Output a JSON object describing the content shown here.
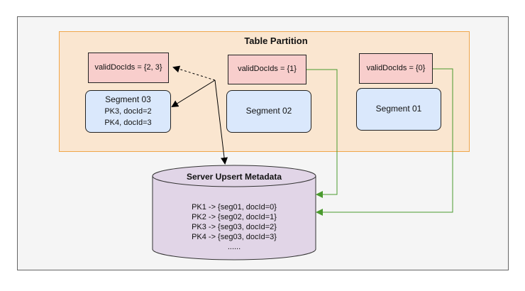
{
  "partition": {
    "title": "Table Partition"
  },
  "valid_docids": [
    {
      "label": "validDocIds = {2, 3}"
    },
    {
      "label": "validDocIds = {1}"
    },
    {
      "label": "validDocIds = {0}"
    }
  ],
  "segments": [
    {
      "title": "Segment 03",
      "lines": [
        "PK3, docId=2",
        "PK4, docId=3"
      ]
    },
    {
      "title": "Segment 02"
    },
    {
      "title": "Segment 01"
    }
  ],
  "metadata": {
    "title": "Server Upsert Metadata",
    "entries": [
      "PK1 -> {seg01, docId=0}",
      "PK2 -> {seg02, docId=1}",
      "PK3 -> {seg03, docId=2}",
      "PK4 -> {seg03, docId=3}",
      "......"
    ]
  },
  "colors": {
    "partition_fill": "#fae6d0",
    "partition_border": "#f0a64a",
    "valid_fill": "#f8cecc",
    "segment_fill": "#dae8fc",
    "cylinder_fill": "#e1d5e7",
    "green_arrow": "#4a9a2e",
    "black_arrow": "#000000"
  }
}
